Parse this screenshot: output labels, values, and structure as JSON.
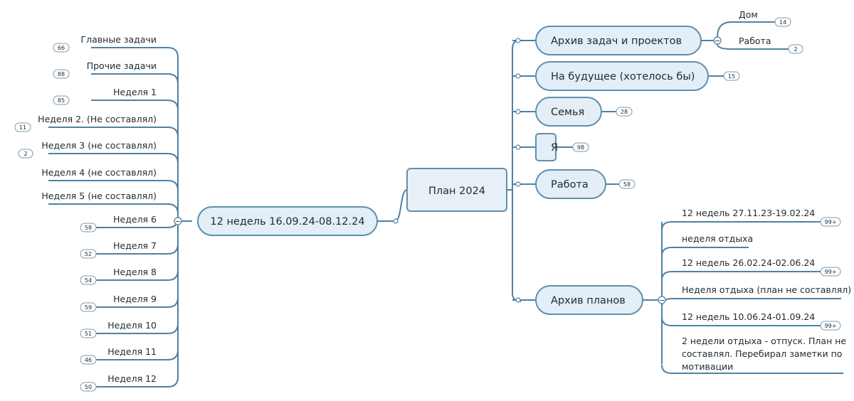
{
  "central": {
    "label": "План 2024"
  },
  "left_main": {
    "label": "12 недель 16.09.24-08.12.24",
    "items": [
      {
        "label": "Главные задачи",
        "count": "66"
      },
      {
        "label": "Прочие задачи",
        "count": "88"
      },
      {
        "label": "Неделя 1",
        "count": "85"
      },
      {
        "label": "Неделя 2. (Не составлял)",
        "count": "11"
      },
      {
        "label": "Неделя 3 (не составлял)",
        "count": "2"
      },
      {
        "label": "Неделя 4 (не составлял)",
        "count": ""
      },
      {
        "label": "Неделя 5 (не составлял)",
        "count": ""
      },
      {
        "label": "Неделя 6",
        "count": "58"
      },
      {
        "label": "Неделя 7",
        "count": "52"
      },
      {
        "label": "Неделя 8",
        "count": "54"
      },
      {
        "label": "Неделя 9",
        "count": "59"
      },
      {
        "label": "Неделя 10",
        "count": "51"
      },
      {
        "label": "Неделя 11",
        "count": "46"
      },
      {
        "label": "Неделя 12",
        "count": "50"
      }
    ]
  },
  "right_topics": [
    {
      "label": "Архив задач и проектов",
      "count": "",
      "children": [
        {
          "label": "Дом",
          "count": "14"
        },
        {
          "label": "Работа",
          "count": "2"
        }
      ]
    },
    {
      "label": "На будущее (хотелось бы)",
      "count": "15"
    },
    {
      "label": "Семья",
      "count": "28"
    },
    {
      "label": "Я",
      "count": "98"
    },
    {
      "label": "Работа",
      "count": "58"
    },
    {
      "label": "Архив планов",
      "count": "",
      "children": [
        {
          "label": "12 недель 27.11.23-19.02.24",
          "count": "99+"
        },
        {
          "label": "неделя отдыха",
          "count": ""
        },
        {
          "label": "12 недель 26.02.24-02.06.24",
          "count": "99+"
        },
        {
          "label": "Неделя отдыха (план не составлял)",
          "count": ""
        },
        {
          "label": "12 недель 10.06.24-01.09.24",
          "count": "99+"
        },
        {
          "label": "2 недели отдыха - отпуск. План не составлял. Перебирал заметки по мотивации",
          "count": "",
          "lines": [
            "2 недели отдыха - отпуск. План не",
            "составлял. Перебирал заметки по",
            "мотивации"
          ]
        }
      ]
    }
  ],
  "collapse_glyph": "−"
}
